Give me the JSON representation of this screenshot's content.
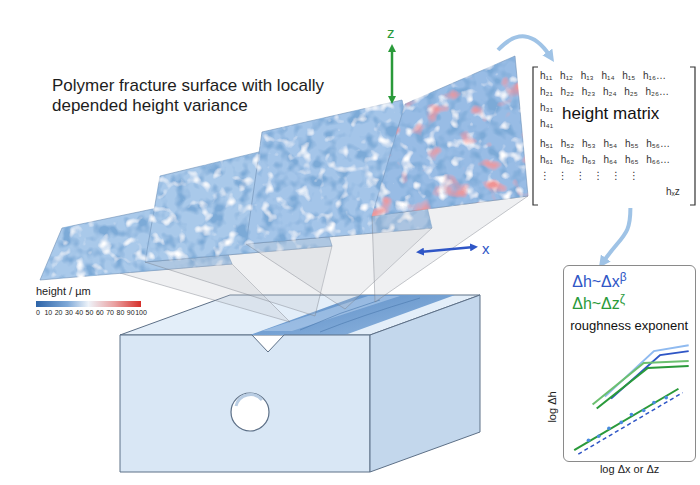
{
  "diagram": {
    "title": "Polymer fracture surface with locally depended height variance",
    "nodes": [
      {
        "text": [
          "h₁₁ h₁₂ h₁₃ h₁₄ h₁₅ h₁₆…",
          "h₂₁ h₂₂ h₂₃ h₂₄ h₂₅ h₂₆…",
          "h₃₁",
          "h₄₁",
          "h₅₁ h₅₂ h₅₃ h₅₄ h₅₅ h₅₆…",
          "h₆₁ h₆₂ h₆₃ h₆₄ h₆₅ h₆₆…",
          "⋮ ⋮ ⋮ ⋮ ⋮ ⋮",
          "hₓz",
          "height matrix"
        ]
      },
      {
        "text": [
          "Δh~Δx",
          "β",
          "Δh~Δz",
          "ζ",
          "roughness exponent"
        ]
      }
    ],
    "edges": [
      {
        "from": 0,
        "to": 1,
        "arrow": "to"
      }
    ],
    "labels": [
      "z",
      "x",
      "height / µm",
      "0",
      "10",
      "20",
      "30",
      "40",
      "50",
      "60",
      "70",
      "80",
      "90",
      "100",
      "log Δh",
      "log Δx or Δz"
    ]
  }
}
